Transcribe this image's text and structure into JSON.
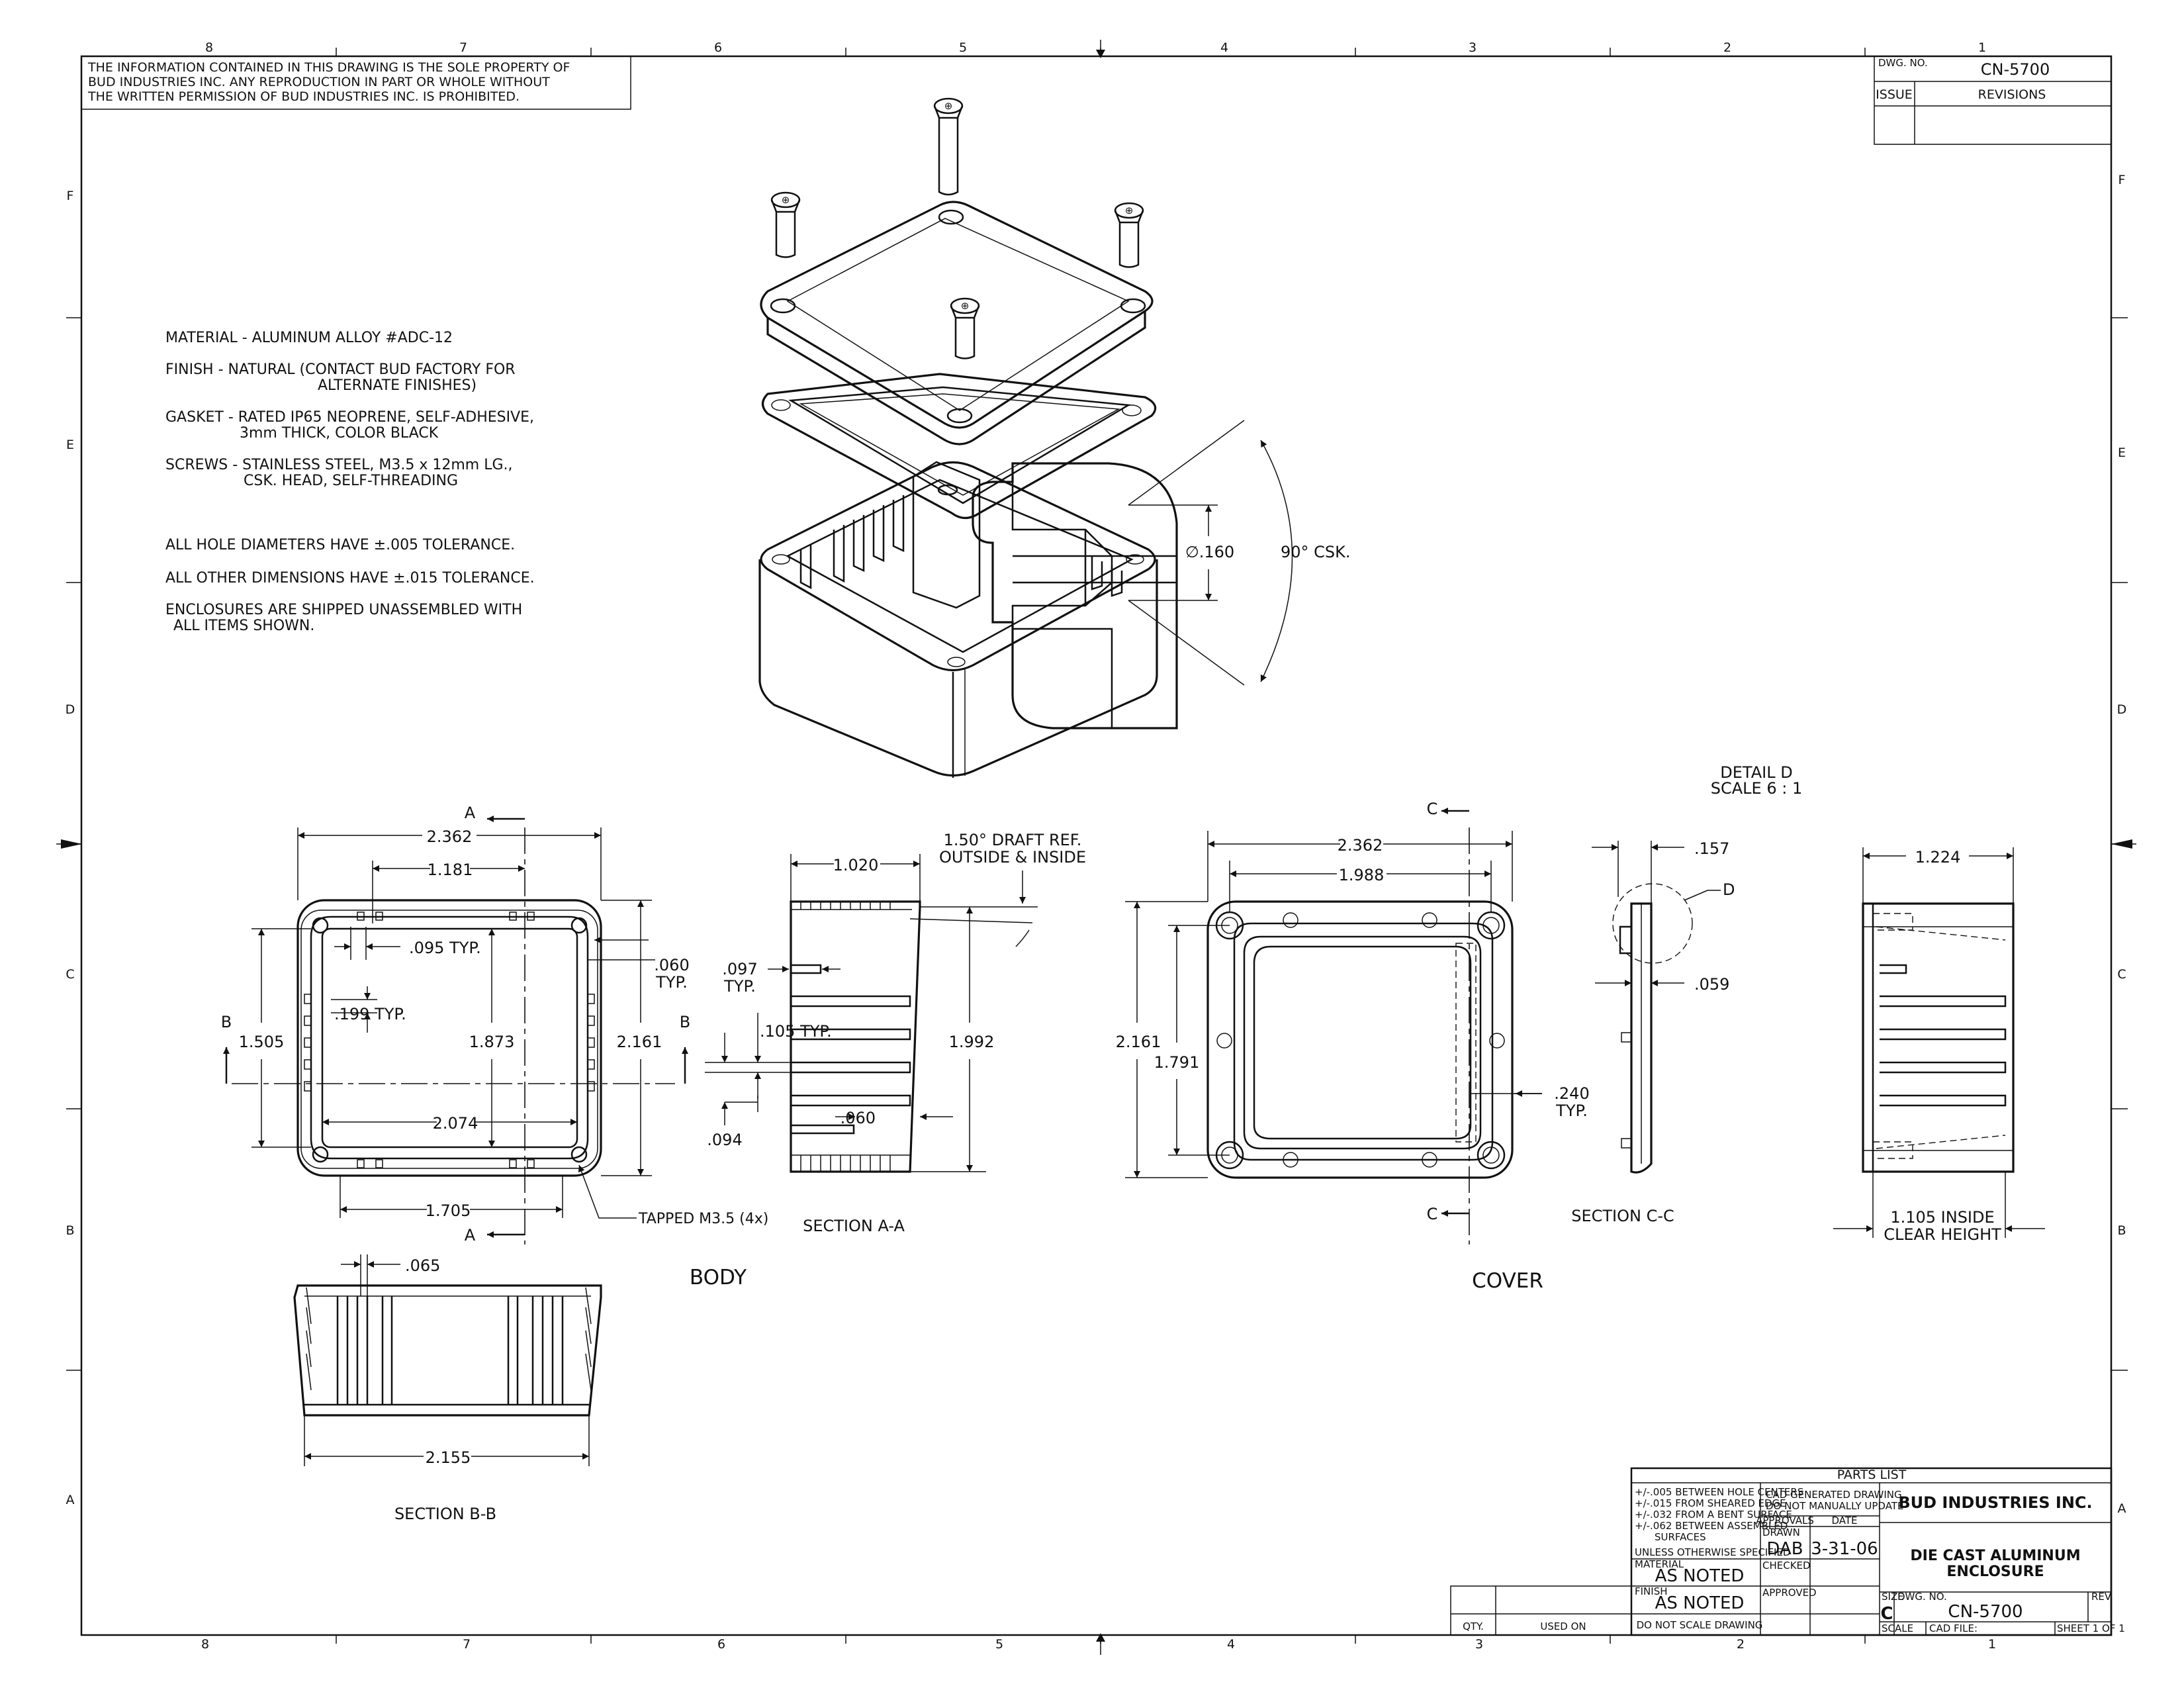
{
  "border": {
    "top_zones": [
      "8",
      "7",
      "6",
      "5",
      "4",
      "3",
      "2",
      "1"
    ],
    "bottom_zones": [
      "8",
      "7",
      "6",
      "5",
      "4",
      "3",
      "2",
      "1"
    ],
    "left_rows": [
      "F",
      "E",
      "D",
      "C",
      "B",
      "A"
    ],
    "right_rows": [
      "F",
      "E",
      "D",
      "C",
      "B",
      "A"
    ]
  },
  "proprietary": {
    "line1": "THE INFORMATION CONTAINED IN THIS DRAWING IS THE SOLE PROPERTY OF",
    "line2": "BUD INDUSTRIES INC. ANY REPRODUCTION IN PART OR WHOLE WITHOUT",
    "line3": "THE WRITTEN PERMISSION OF BUD INDUSTRIES INC. IS PROHIBITED."
  },
  "revision_block": {
    "dwg_no_label": "DWG. NO.",
    "dwg_no": "CN-5700",
    "issue_label": "ISSUE",
    "revisions_label": "REVISIONS"
  },
  "notes": {
    "material": "MATERIAL - ALUMINUM ALLOY #ADC-12",
    "finish_1": "FINISH - NATURAL (CONTACT BUD FACTORY FOR",
    "finish_2": "ALTERNATE FINISHES)",
    "gasket_1": "GASKET - RATED IP65 NEOPRENE, SELF-ADHESIVE,",
    "gasket_2": "3mm THICK, COLOR BLACK",
    "screws_1": "SCREWS - STAINLESS STEEL, M3.5 x 12mm LG.,",
    "screws_2": "CSK. HEAD, SELF-THREADING",
    "hole_tol": "ALL HOLE DIAMETERS HAVE ±.005 TOLERANCE.",
    "other_tol": "ALL OTHER DIMENSIONS HAVE ±.015 TOLERANCE.",
    "shipped_1": "ENCLOSURES ARE SHIPPED UNASSEMBLED WITH",
    "shipped_2": "ALL ITEMS SHOWN."
  },
  "detail_d": {
    "dia": "∅.160",
    "csk": "90° CSK.",
    "title": "DETAIL D",
    "scale": "SCALE 6 : 1"
  },
  "body_view": {
    "sec_a_top": "A",
    "sec_a_bottom": "A",
    "sec_b_left": "B",
    "sec_b_right": "B",
    "d_2362": "2.362",
    "d_1181": "1.181",
    "d_095": ".095 TYP.",
    "d_199": ".199 TYP.",
    "d_1505": "1.505",
    "d_1873": "1.873",
    "d_2161": "2.161",
    "d_060_1": ".060",
    "d_060_2": "TYP.",
    "d_2074": "2.074",
    "d_1705": "1.705",
    "tapped": "TAPPED M3.5 (4x)",
    "label": "BODY"
  },
  "section_aa": {
    "d_1020": "1.020",
    "draft_1": "1.50° DRAFT REF.",
    "draft_2": "OUTSIDE & INSIDE",
    "d_097_1": ".097",
    "d_097_2": "TYP.",
    "d_105": ".105 TYP.",
    "d_1992": "1.992",
    "d_060": ".060",
    "d_094": ".094",
    "label": "SECTION A-A"
  },
  "section_bb": {
    "d_065": ".065",
    "d_2155": "2.155",
    "label": "SECTION B-B"
  },
  "cover_view": {
    "sec_c_top": "C",
    "sec_c_bottom": "C",
    "d_2362": "2.362",
    "d_1988": "1.988",
    "d_2161": "2.161",
    "d_1791": "1.791",
    "d_240_1": ".240",
    "d_240_2": "TYP.",
    "label": "COVER"
  },
  "section_cc": {
    "d_157": ".157",
    "detail_ref": "D",
    "d_059": ".059",
    "label": "SECTION C-C"
  },
  "side_view": {
    "d_1224": "1.224",
    "inside_1": "1.105 INSIDE",
    "inside_2": "CLEAR HEIGHT"
  },
  "title_block": {
    "parts_list": "PARTS LIST",
    "tol_1": "+/-.005 BETWEEN HOLE CENTERS",
    "tol_2": "+/-.015 FROM SHEARED EDGE",
    "tol_3": "+/-.032 FROM A BENT SURFACE",
    "tol_4": "+/-.062 BETWEEN ASSEMBLED",
    "tol_5": "SURFACES",
    "unless": "UNLESS OTHERWISE SPECIFIED",
    "cad_1": "CAD GENERATED DRAWING,",
    "cad_2": "DO NOT MANUALLY UPDATE",
    "approvals": "APPROVALS",
    "date_label": "DATE",
    "drawn_label": "DRAWN",
    "drawn": "DAB",
    "date": "3-31-06",
    "checked_label": "CHECKED",
    "approved_label": "APPROVED",
    "material_label": "MATERIAL",
    "material": "AS NOTED",
    "finish_label": "FINISH",
    "finish": "AS NOTED",
    "company": "BUD INDUSTRIES INC.",
    "title_1": "DIE CAST ALUMINUM",
    "title_2": "ENCLOSURE",
    "size_label": "SIZE",
    "size": "C",
    "dwg_no_label": "DWG. NO.",
    "dwg_no": "CN-5700",
    "rev_label": "REV.",
    "scale_label": "SCALE",
    "cad_file_label": "CAD FILE:",
    "sheet": "SHEET 1 OF 1",
    "qty": "QTY.",
    "used_on": "USED ON",
    "do_not_scale": "DO NOT SCALE DRAWING"
  }
}
